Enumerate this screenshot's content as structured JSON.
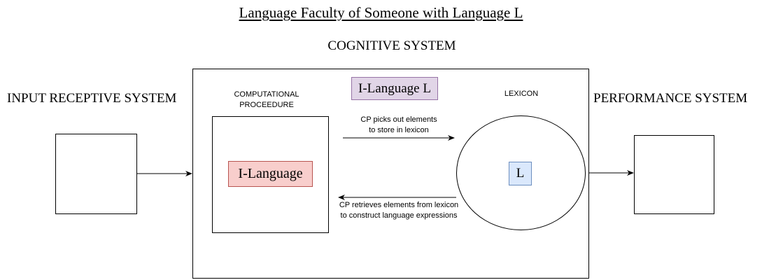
{
  "title": "Language Faculty of Someone with Language L",
  "cognitive_system_label": "COGNITIVE SYSTEM",
  "input_system_label": "INPUT RECEPTIVE SYSTEM",
  "performance_system_label": "PERFORMANCE SYSTEM",
  "computational_procedure_label_line1": "COMPUTATIONAL",
  "computational_procedure_label_line2": "PROCEEDURE",
  "lexicon_label": "LEXICON",
  "i_language_l": "I-Language L",
  "i_language": "I-Language",
  "l_label": "L",
  "arrow_to_lexicon_line1": "CP picks out elements",
  "arrow_to_lexicon_line2": "to store in lexicon",
  "arrow_from_lexicon_line1": "CP retrieves elements from lexicon",
  "arrow_from_lexicon_line2": "to construct language expressions",
  "colors": {
    "i_language_l_fill": "#e1d5e7",
    "i_language_l_border": "#9673a6",
    "i_language_fill": "#f8cecc",
    "i_language_border": "#b85450",
    "l_fill": "#dae8fc",
    "l_border": "#6c8ebf"
  }
}
